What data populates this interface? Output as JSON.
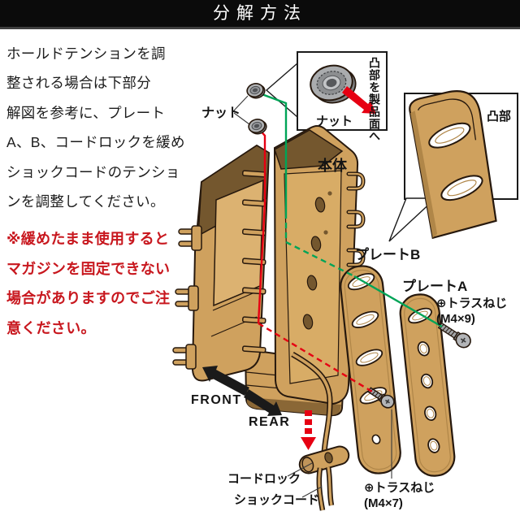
{
  "header": {
    "title": "分解方法"
  },
  "intro": {
    "lines": [
      "ホールドテンションを調",
      "整される場合は下部分",
      "解図を参考に、プレート",
      "A、B、コードロックを緩め",
      "ショックコードのテンショ",
      "ンを調整してください。"
    ]
  },
  "warning": {
    "lines": [
      "※緩めたまま使用すると",
      "マガジンを固定できない",
      "場合がありますのでご注",
      "意ください。"
    ]
  },
  "labels": {
    "nut": "ナット",
    "nut_inset": "ナット",
    "inset_note_vertical": "凸部を製品面へ",
    "body": "本体",
    "protrusion": "凸部",
    "plate_b": "プレートB",
    "plate_a": "プレートA",
    "screw_m4x9_line1": "⊕トラスねじ",
    "screw_m4x9_line2": "(M4×9)",
    "screw_m4x7_line1": "⊕トラスねじ",
    "screw_m4x7_line2": "(M4×7)",
    "front": "FRONT",
    "rear": "REAR",
    "cord_lock": "コードロック",
    "shock_cord": "ショックコード"
  },
  "colors": {
    "header_bg": "#0b0b0b",
    "warning_red": "#c8171e",
    "accent_red": "#e60012",
    "cord_green": "#00a457",
    "tan": "#cfa15e",
    "tan_dark": "#8a6736",
    "interior_brown": "#74572e",
    "outline": "#26180d",
    "metal_grey": "#aaacae"
  }
}
